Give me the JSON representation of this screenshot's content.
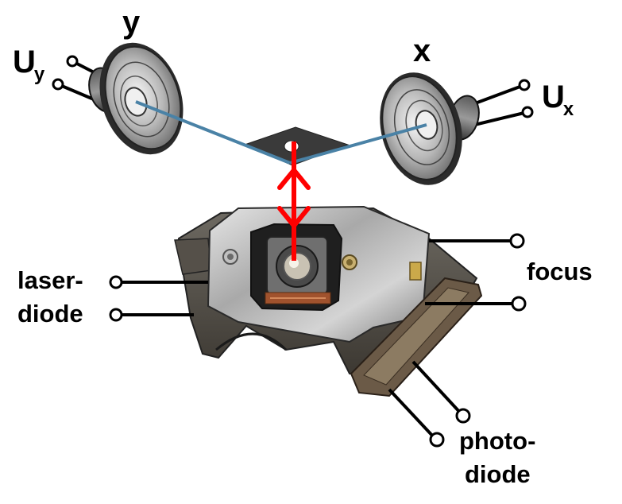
{
  "labels": {
    "y_axis": "y",
    "x_axis": "x",
    "uy_main": "U",
    "uy_sub": "y",
    "ux_main": "U",
    "ux_sub": "x",
    "laser_line1": "laser-",
    "laser_line2": "diode",
    "focus": "focus",
    "photo_line1": "photo-",
    "photo_line2": "diode"
  },
  "colors": {
    "beam": "#4a82a6",
    "arrow": "#ff0000",
    "wire": "#000000",
    "mirror": "#3c3c3c"
  },
  "icons": {
    "speaker_y": "speaker-icon",
    "speaker_x": "speaker-icon",
    "optical_pickup": "optical-pickup-photo"
  }
}
